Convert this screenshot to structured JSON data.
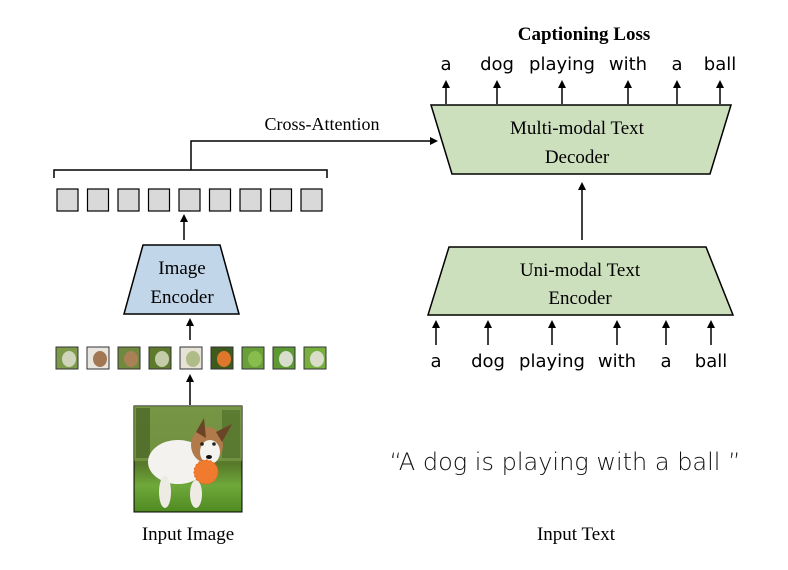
{
  "title": "Captioning Loss",
  "decoder": {
    "line1": "Multi-modal Text",
    "line2": "Decoder",
    "fill": "#cde0bd"
  },
  "text_encoder": {
    "line1": "Uni-modal Text",
    "line2": "Encoder",
    "fill": "#cde0bd"
  },
  "image_encoder": {
    "line1": "Image",
    "line2": "Encoder",
    "fill": "#c2d6ea"
  },
  "cross_attention_label": "Cross-Attention",
  "output_tokens": [
    "a",
    "dog",
    "playing",
    "with",
    "a",
    "ball"
  ],
  "input_tokens": [
    "a",
    "dog",
    "playing",
    "with",
    "a",
    "ball"
  ],
  "image_token_count": 9,
  "image_token_fill": "#d9d9d9",
  "patch_count": 9,
  "patch_icon": "image-patch-icon",
  "input_image_icon": "dog-photo-icon",
  "input_sentence": "“A dog is playing with a ball ”",
  "input_image_label": "Input Image",
  "input_text_label": "Input Text"
}
